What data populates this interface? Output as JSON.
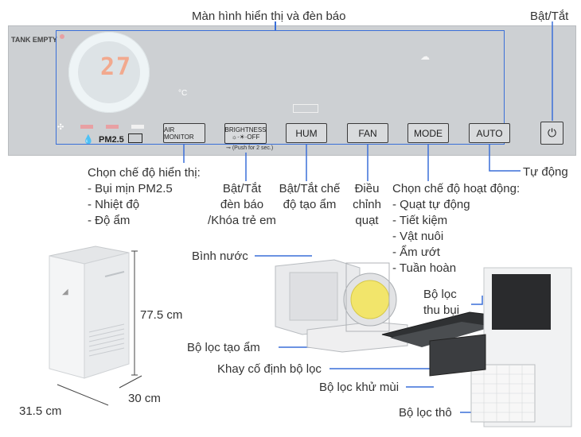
{
  "panel": {
    "tank_empty": "TANK EMPTY",
    "display_reading": "27",
    "unit_celsius": "°C",
    "unit_percent": "%",
    "pm_label": "PM2.5",
    "buttons": {
      "air_monitor": "AIR MONITOR",
      "brightness_line1": "BRIGHTNESS",
      "brightness_line2": "☼·☀·OFF",
      "brightness_sub": "(Push for 2 sec.)",
      "hum": "HUM",
      "fan": "FAN",
      "mode": "MODE",
      "auto": "AUTO"
    }
  },
  "labels": {
    "display_and_lights": "Màn hình hiển thị và đèn báo",
    "power": "Bật/Tắt",
    "auto_mode": "Tự động",
    "air_monitor_title": "Chọn chế độ hiển thị:",
    "air_monitor_options": [
      "- Bụi mịn PM2.5",
      "- Nhiệt độ",
      "- Độ ẩm"
    ],
    "brightness_lines": [
      "Bật/Tắt",
      "đèn báo",
      "/Khóa trẻ em"
    ],
    "hum_lines": [
      "Bật/Tắt chế",
      "độ tạo ẩm"
    ],
    "fan_lines": [
      "Điều",
      "chỉnh",
      "quạt"
    ],
    "mode_title": "Chọn chế độ hoạt động:",
    "mode_options": [
      "- Quạt tự động",
      "- Tiết kiệm",
      "- Vật nuôi",
      "- Ẩm ướt",
      "- Tuần hoàn"
    ],
    "water_tank": "Bình nước",
    "dust_filter_lines": [
      "Bộ lọc",
      "thu bụi"
    ],
    "humidifier_filter": "Bộ lọc tạo ẩm",
    "filter_tray": "Khay cố định bộ lọc",
    "deodorizing_filter": "Bộ lọc khử mùi",
    "pre_filter": "Bộ lọc thô",
    "height": "77.5 cm",
    "depth": "30 cm",
    "width": "31.5 cm"
  },
  "colors": {
    "panel": "#cdd0d3",
    "callout_line": "#3a6fd8",
    "indicator_red": "#e8a0a3",
    "display_digit": "#f2a98e"
  }
}
